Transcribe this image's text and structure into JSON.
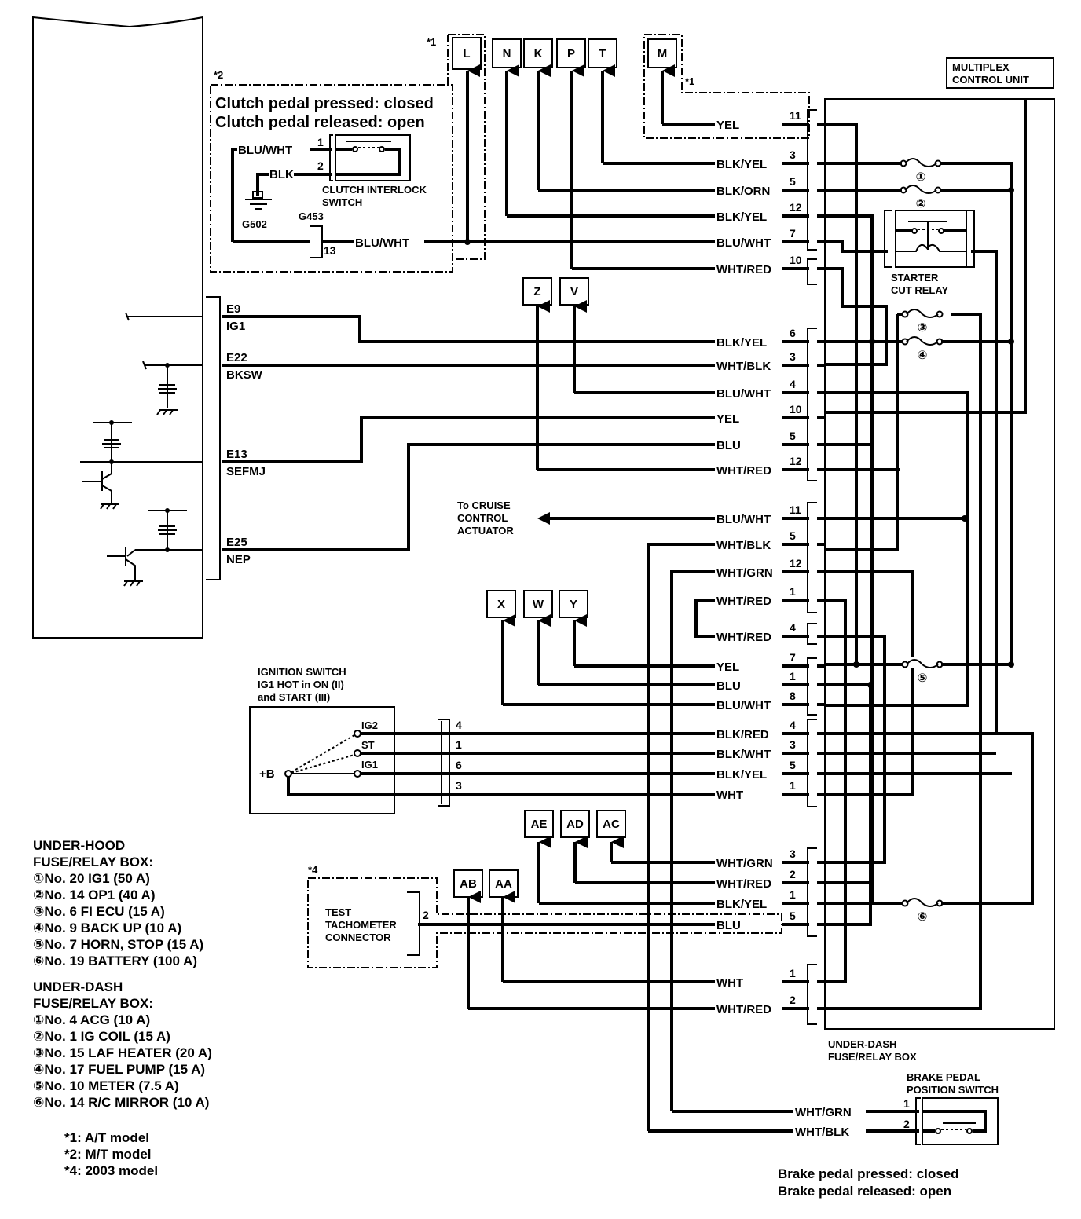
{
  "ecm_pins": [
    {
      "pin": "E9",
      "name": "IG1"
    },
    {
      "pin": "E22",
      "name": "BKSW"
    },
    {
      "pin": "E13",
      "name": "SEFMJ"
    },
    {
      "pin": "E25",
      "name": "NEP"
    }
  ],
  "clutch_box": {
    "note_ref": "*2",
    "line1": "Clutch pedal pressed: closed",
    "line2": "Clutch pedal released: open",
    "wire_top": "BLU/WHT",
    "wire_ground": "BLK",
    "pin1": "1",
    "pin2": "2",
    "switch_label_1": "CLUTCH INTERLOCK",
    "switch_label_2": "SWITCH",
    "ground_label": "G502",
    "junction_label": "G453",
    "junction_pin": "13",
    "out_wire": "BLU/WHT"
  },
  "at_note_1": "*1",
  "at_note_2": "*1",
  "top_connectors": [
    "L",
    "N",
    "K",
    "P",
    "T",
    "M"
  ],
  "mid_connectors": [
    "Z",
    "V"
  ],
  "lower_connectors": [
    "X",
    "W",
    "Y"
  ],
  "bottom_connectors": [
    "AE",
    "AD",
    "AC",
    "AB",
    "AA"
  ],
  "multiplex_label_1": "MULTIPLEX",
  "multiplex_label_2": "CONTROL UNIT",
  "starter_relay_1": "STARTER",
  "starter_relay_2": "CUT RELAY",
  "fuse_marks": [
    "①",
    "②",
    "③",
    "④",
    "⑤",
    "⑥"
  ],
  "group1_wires": [
    {
      "color": "YEL",
      "pin": "11"
    },
    {
      "color": "BLK/YEL",
      "pin": "3"
    },
    {
      "color": "BLK/ORN",
      "pin": "5"
    },
    {
      "color": "BLK/YEL",
      "pin": "12"
    },
    {
      "color": "BLU/WHT",
      "pin": "7"
    },
    {
      "color": "WHT/RED",
      "pin": "10"
    }
  ],
  "group2_wires": [
    {
      "color": "BLK/YEL",
      "pin": "6"
    },
    {
      "color": "WHT/BLK",
      "pin": "3"
    },
    {
      "color": "BLU/WHT",
      "pin": "4"
    },
    {
      "color": "YEL",
      "pin": "10"
    },
    {
      "color": "BLU",
      "pin": "5"
    },
    {
      "color": "WHT/RED",
      "pin": "12"
    }
  ],
  "cruise": {
    "line1": "To CRUISE",
    "line2": "CONTROL",
    "line3": "ACTUATOR"
  },
  "group3_wires": [
    {
      "color": "BLU/WHT",
      "pin": "11"
    },
    {
      "color": "WHT/BLK",
      "pin": "5"
    },
    {
      "color": "WHT/GRN",
      "pin": "12"
    },
    {
      "color": "WHT/RED",
      "pin": "1"
    },
    {
      "color": "WHT/RED",
      "pin": "4"
    },
    {
      "color": "YEL",
      "pin": "7"
    },
    {
      "color": "BLU",
      "pin": "1"
    },
    {
      "color": "BLU/WHT",
      "pin": "8"
    }
  ],
  "ignition": {
    "title1": "IGNITION SWITCH",
    "title2": "IG1 HOT in ON (II)",
    "title3": "and START (III)",
    "plus_b": "+B",
    "t_ig2": "IG2",
    "t_st": "ST",
    "t_ig1": "IG1",
    "pins": [
      "4",
      "1",
      "6",
      "3"
    ]
  },
  "group4_wires": [
    {
      "color": "BLK/RED",
      "pin": "4"
    },
    {
      "color": "BLK/WHT",
      "pin": "3"
    },
    {
      "color": "BLK/YEL",
      "pin": "5"
    },
    {
      "color": "WHT",
      "pin": "1"
    }
  ],
  "group5_wires": [
    {
      "color": "WHT/GRN",
      "pin": "3"
    },
    {
      "color": "WHT/RED",
      "pin": "2"
    },
    {
      "color": "BLK/YEL",
      "pin": "1"
    },
    {
      "color": "BLU",
      "pin": "5"
    }
  ],
  "group6_wires": [
    {
      "color": "WHT",
      "pin": "1"
    },
    {
      "color": "WHT/RED",
      "pin": "2"
    }
  ],
  "tach": {
    "note_ref": "*4",
    "line1": "TEST",
    "line2": "TACHOMETER",
    "line3": "CONNECTOR",
    "pin": "2"
  },
  "under_dash_box_1": "UNDER-DASH",
  "under_dash_box_2": "FUSE/RELAY BOX",
  "brake": {
    "title1": "BRAKE PEDAL",
    "title2": "POSITION SWITCH",
    "wire1": "WHT/GRN",
    "wire2": "WHT/BLK",
    "pin1": "1",
    "pin2": "2",
    "note1": "Brake pedal pressed: closed",
    "note2": "Brake pedal released: open"
  },
  "legend": {
    "under_hood_title1": "UNDER-HOOD",
    "under_hood_title2": "FUSE/RELAY BOX:",
    "under_hood": [
      "①No. 20 IG1 (50 A)",
      "②No. 14 OP1 (40 A)",
      "③No. 6 FI ECU (15 A)",
      "④No. 9 BACK UP (10 A)",
      "⑤No. 7 HORN, STOP (15 A)",
      "⑥No. 19 BATTERY (100 A)"
    ],
    "under_dash_title1": "UNDER-DASH",
    "under_dash_title2": "FUSE/RELAY BOX:",
    "under_dash": [
      "①No. 4 ACG (10 A)",
      "②No. 1 IG COIL (15 A)",
      "③No. 15 LAF HEATER (20 A)",
      "④No. 17 FUEL PUMP (15 A)",
      "⑤No. 10 METER (7.5 A)",
      "⑥No. 14 R/C MIRROR (10 A)"
    ],
    "notes": [
      "*1: A/T model",
      "*2: M/T model",
      "*4: 2003 model"
    ]
  }
}
